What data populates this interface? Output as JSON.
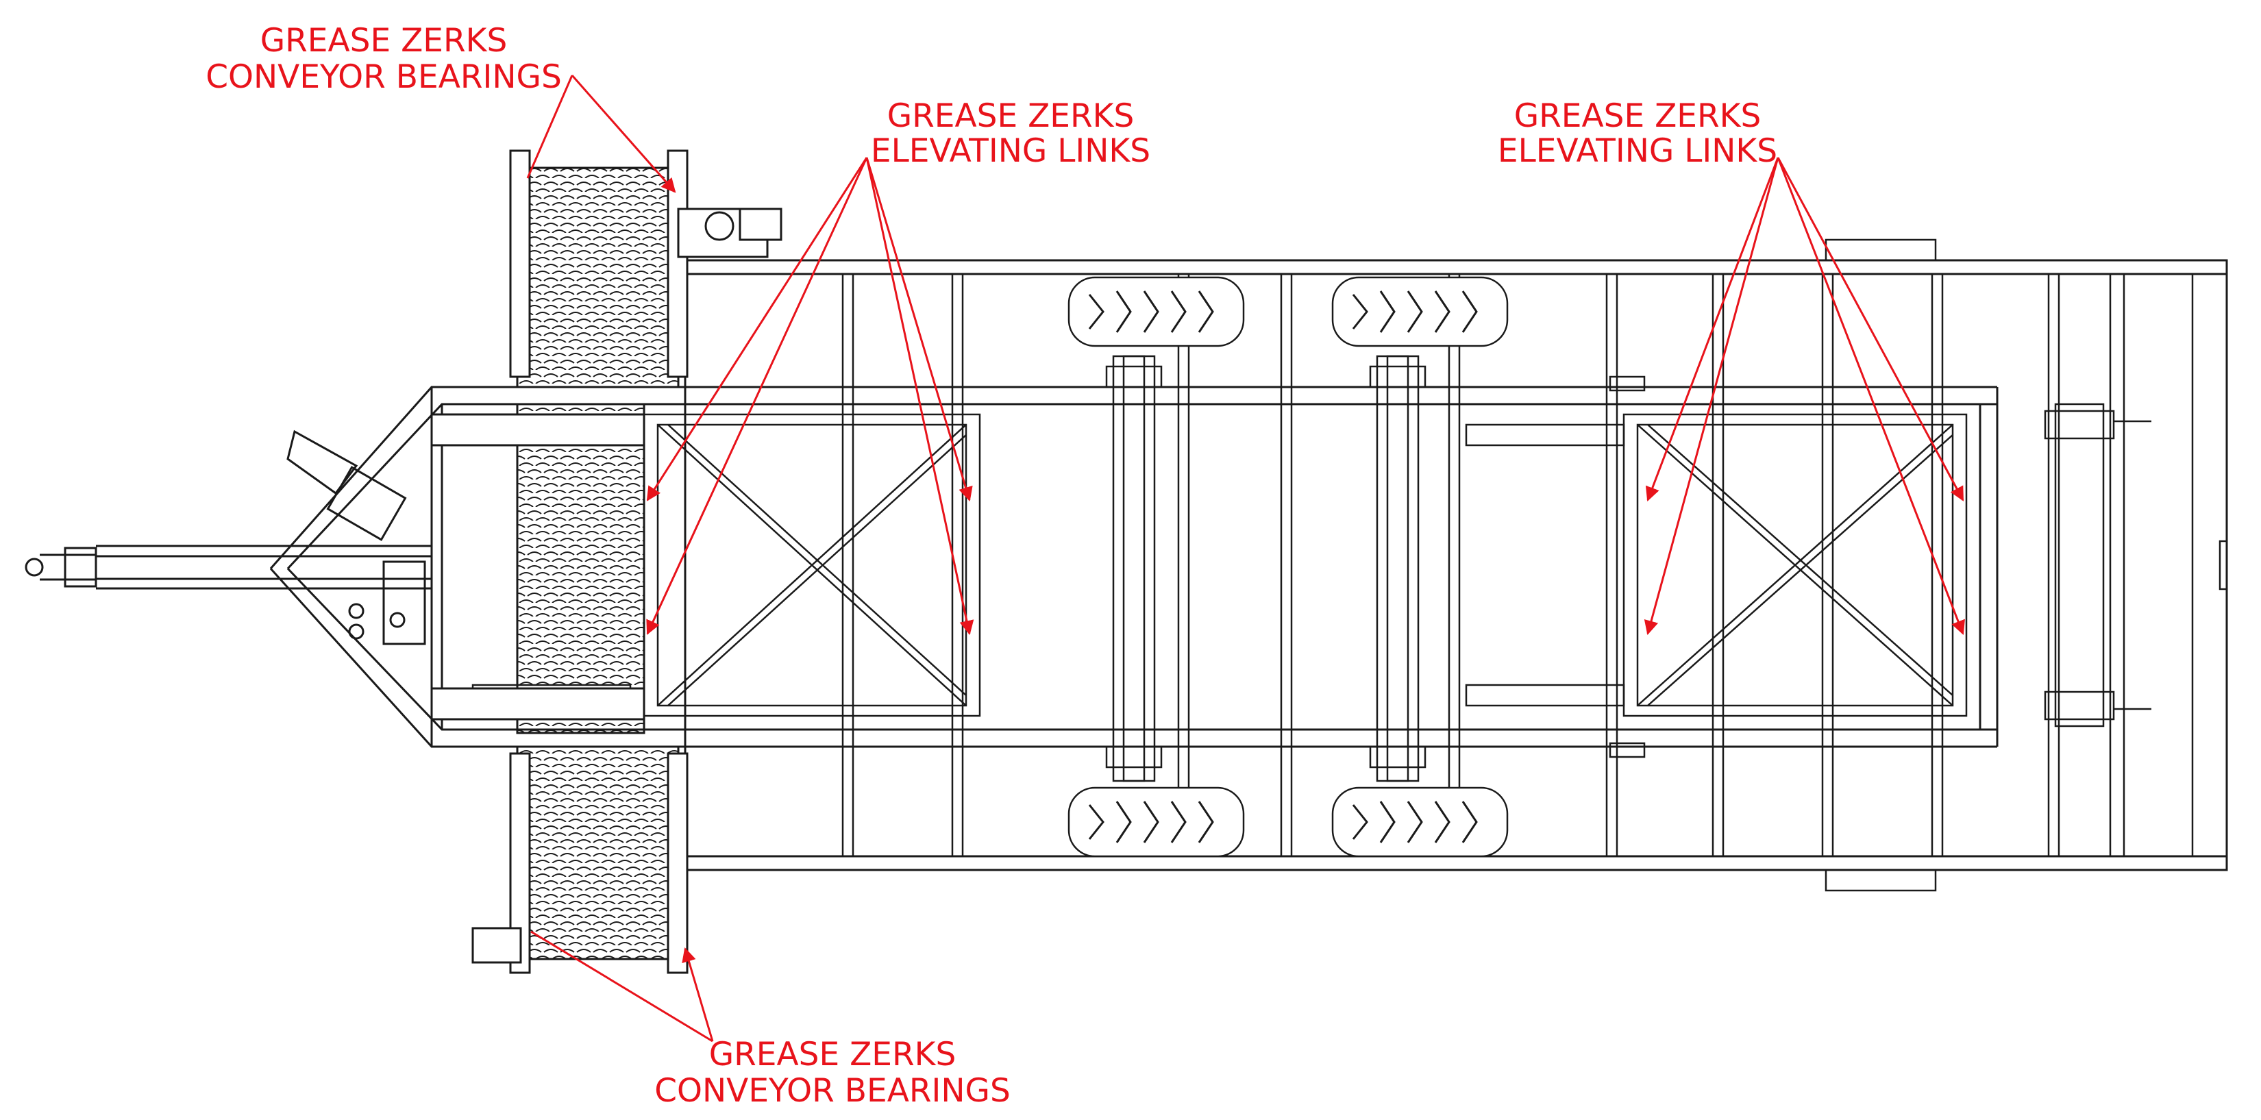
{
  "callouts": {
    "conveyor_top": {
      "line1": "GREASE ZERKS",
      "line2": "CONVEYOR BEARINGS"
    },
    "elevating_left": {
      "line1": "GREASE ZERKS",
      "line2": "ELEVATING LINKS"
    },
    "elevating_right": {
      "line1": "GREASE ZERKS",
      "line2": "ELEVATING LINKS"
    },
    "conveyor_bottom": {
      "line1": "GREASE ZERKS",
      "line2": "CONVEYOR BEARINGS"
    }
  },
  "colors": {
    "annotation": "#e8131b",
    "linework": "#1a1a1a",
    "background": "#ffffff"
  }
}
